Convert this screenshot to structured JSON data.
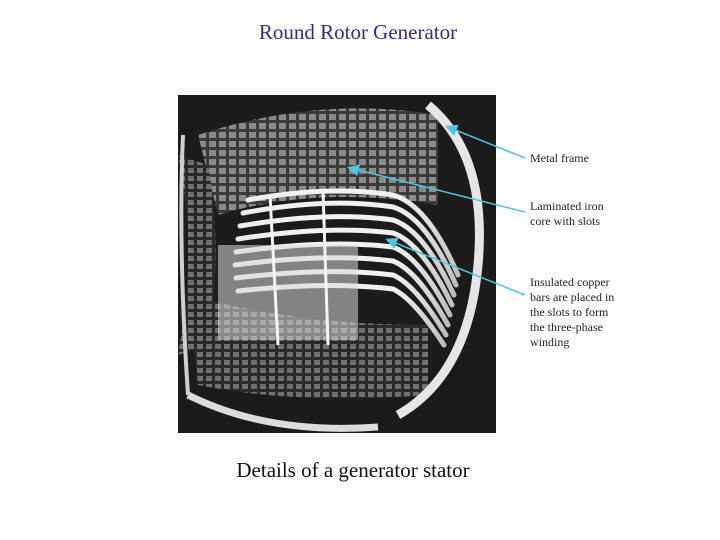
{
  "title": "Round Rotor Generator",
  "caption": "Details of a generator stator",
  "labels": {
    "metal_frame": "Metal frame",
    "iron_core": "Laminated iron\ncore with slots",
    "copper_bars": "Insulated copper\nbars are placed in\nthe slots to form\nthe three-phase\nwinding"
  },
  "colors": {
    "title": "#2f2f80",
    "arrow": "#4fc3e0",
    "photo_bg": "#1b1b1b"
  }
}
